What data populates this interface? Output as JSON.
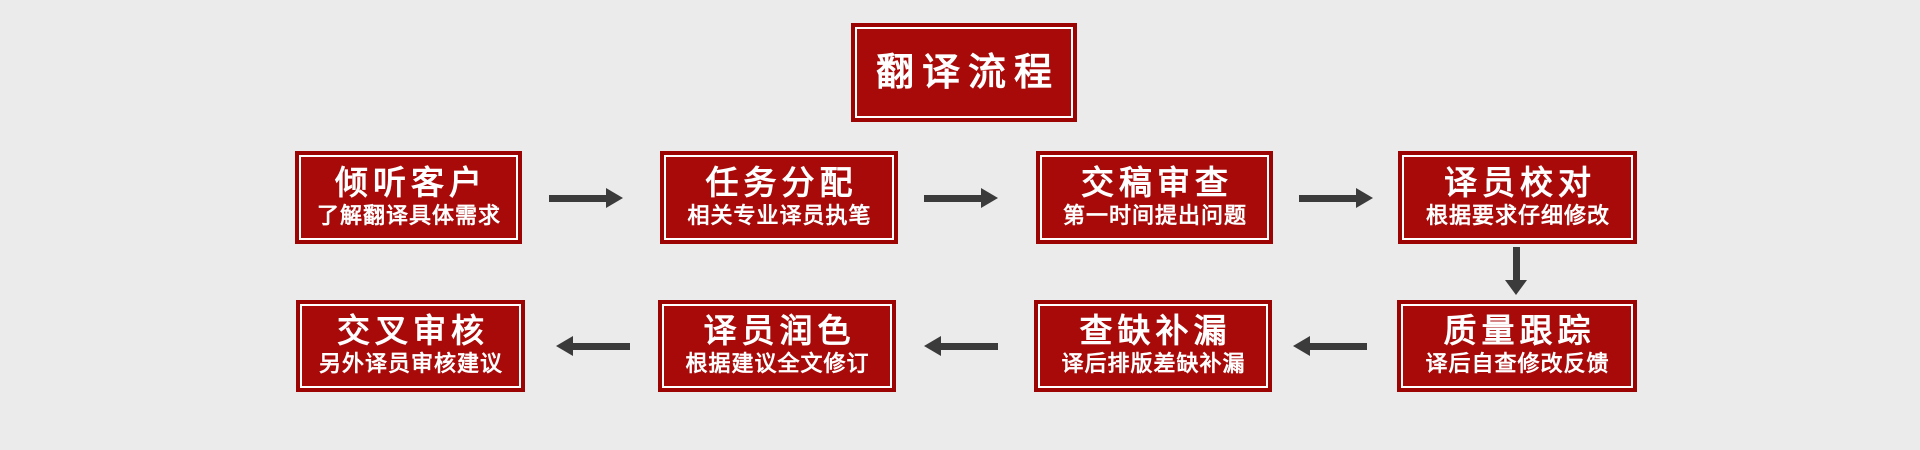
{
  "title": {
    "label": "翻译流程"
  },
  "colors": {
    "background": "#ebebeb",
    "box_fill": "#a80a0a",
    "box_outer_border": "#9c0404",
    "box_inner_border": "#ffffff",
    "text": "#ffffff",
    "arrow": "#3b3b3b"
  },
  "flow": {
    "row1": {
      "direction": "left-to-right",
      "boxes": [
        {
          "heading": "倾听客户",
          "subtitle": "了解翻译具体需求"
        },
        {
          "heading": "任务分配",
          "subtitle": "相关专业译员执笔"
        },
        {
          "heading": "交稿审查",
          "subtitle": "第一时间提出问题"
        },
        {
          "heading": "译员校对",
          "subtitle": "根据要求仔细修改"
        }
      ]
    },
    "connector": {
      "type": "arrow-down",
      "from": "译员校对",
      "to": "质量跟踪"
    },
    "row2": {
      "direction": "right-to-left",
      "boxes": [
        {
          "heading": "交叉审核",
          "subtitle": "另外译员审核建议"
        },
        {
          "heading": "译员润色",
          "subtitle": "根据建议全文修订"
        },
        {
          "heading": "查缺补漏",
          "subtitle": "译后排版差缺补漏"
        },
        {
          "heading": "质量跟踪",
          "subtitle": "译后自查修改反馈"
        }
      ]
    }
  }
}
